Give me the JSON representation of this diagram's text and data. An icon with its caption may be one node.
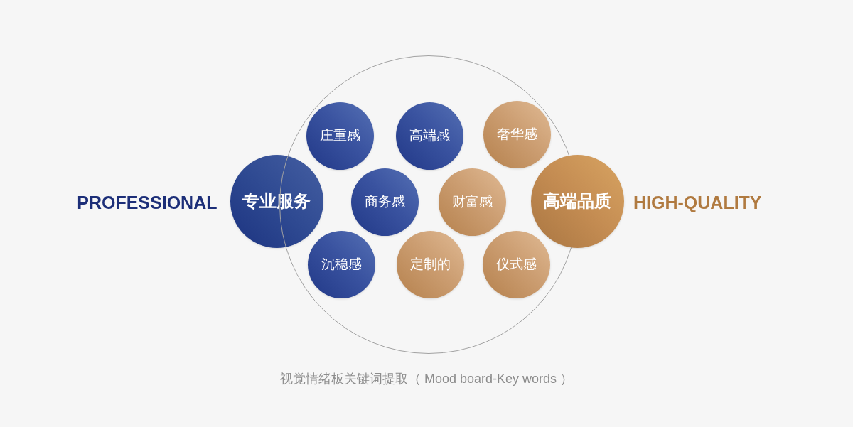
{
  "diagram": {
    "caption": "视觉情绪板关键词提取（ Mood board-Key words ）",
    "nodes": [
      {
        "text": [
          "专业服务"
        ],
        "beside": [
          "PROFESSIONAL"
        ]
      },
      {
        "text": [],
        "shape": "circle"
      },
      {
        "text": [
          "庄重感"
        ],
        "in": 1
      },
      {
        "text": [
          "高端感"
        ],
        "in": 1
      },
      {
        "text": [
          "奢华感"
        ],
        "in": 1
      },
      {
        "text": [
          "商务感"
        ],
        "in": 1
      },
      {
        "text": [
          "财富感"
        ],
        "in": 1
      },
      {
        "text": [
          "沉稳感"
        ],
        "in": 1
      },
      {
        "text": [
          "定制的"
        ],
        "in": 1
      },
      {
        "text": [
          "仪式感"
        ],
        "in": 1
      },
      {
        "text": [
          "高端品质"
        ],
        "beside": [
          "HIGH-QUALITY"
        ]
      }
    ]
  }
}
